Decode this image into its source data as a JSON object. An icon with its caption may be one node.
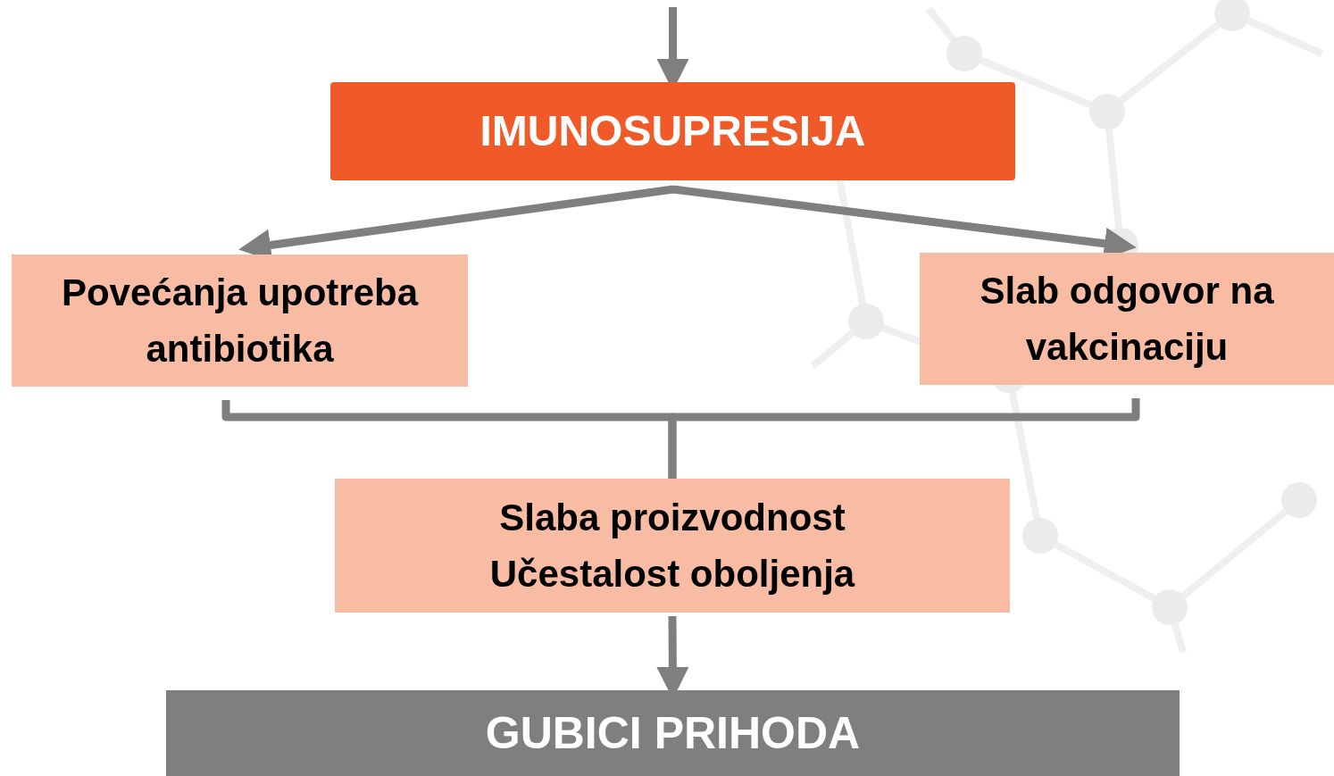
{
  "diagram": {
    "nodes": [
      {
        "text": [
          "IMUNOSUPRESIJA"
        ]
      },
      {
        "text": [
          "Povećanja upotreba antibiotika"
        ]
      },
      {
        "text": [
          "Slab odgovor na vakcinaciju"
        ]
      },
      {
        "text": [
          "Slaba proizvodnost",
          "Učestalost oboljenja"
        ]
      },
      {
        "text": [
          "GUBICI PRIHODA"
        ]
      }
    ],
    "edges": [
      {
        "from": null,
        "to": 0,
        "arrow": "to"
      },
      {
        "from": 0,
        "to": 1,
        "arrow": "to"
      },
      {
        "from": 0,
        "to": 2,
        "arrow": "to"
      },
      {
        "from": 1,
        "to": 3,
        "arrow": "none"
      },
      {
        "from": 2,
        "to": 3,
        "arrow": "none"
      },
      {
        "from": 3,
        "to": 4,
        "arrow": "to"
      }
    ]
  }
}
